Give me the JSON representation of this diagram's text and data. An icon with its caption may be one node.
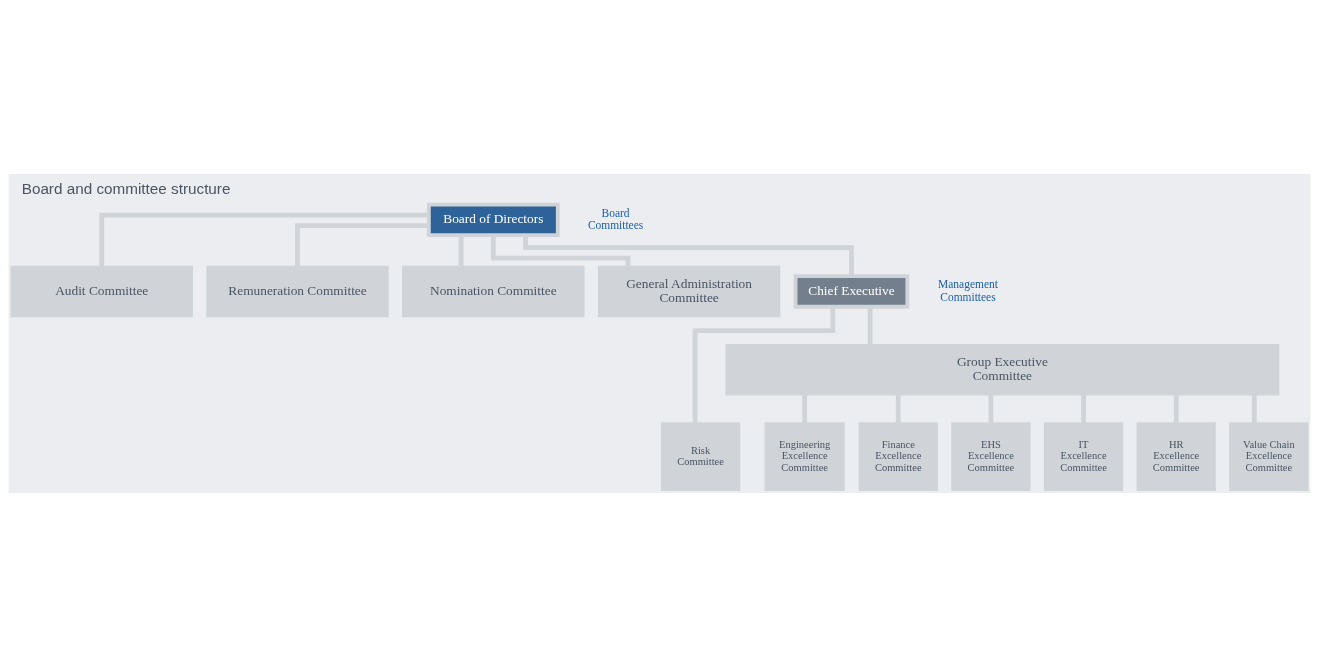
{
  "diagram": {
    "title": "Board and committee structure",
    "nodes": [
      {
        "text": [
          "Board of Directors"
        ]
      },
      {
        "text": [
          "Audit Committee"
        ]
      },
      {
        "text": [
          "Remuneration Committee"
        ]
      },
      {
        "text": [
          "Nomination Committee"
        ]
      },
      {
        "text": [
          "General Administration Committee"
        ]
      },
      {
        "text": [
          "Chief Executive"
        ]
      },
      {
        "text": [
          "Risk Committee"
        ]
      },
      {
        "text": [
          "Group Executive Committee"
        ]
      },
      {
        "text": [
          "Engineering Excellence Committee"
        ]
      },
      {
        "text": [
          "Finance Excellence Committee"
        ]
      },
      {
        "text": [
          "EHS Excellence Committee"
        ]
      },
      {
        "text": [
          "IT Excellence Committee"
        ]
      },
      {
        "text": [
          "HR Excellence Committee"
        ]
      },
      {
        "text": [
          "Value Chain Excellence Committee"
        ]
      }
    ],
    "edges": [
      {
        "from": 0,
        "to": 1,
        "arrow": "none"
      },
      {
        "from": 0,
        "to": 2,
        "arrow": "none"
      },
      {
        "from": 0,
        "to": 3,
        "arrow": "none"
      },
      {
        "from": 0,
        "to": 4,
        "arrow": "none"
      },
      {
        "from": 0,
        "to": 5,
        "arrow": "none"
      },
      {
        "from": 5,
        "to": 6,
        "arrow": "none"
      },
      {
        "from": 5,
        "to": 7,
        "arrow": "none"
      },
      {
        "from": 7,
        "to": 8,
        "arrow": "none"
      },
      {
        "from": 7,
        "to": 9,
        "arrow": "none"
      },
      {
        "from": 7,
        "to": 10,
        "arrow": "none"
      },
      {
        "from": 7,
        "to": 11,
        "arrow": "none"
      },
      {
        "from": 7,
        "to": 12,
        "arrow": "none"
      },
      {
        "from": 7,
        "to": 13,
        "arrow": "none"
      }
    ],
    "labels": [
      "Board Committees",
      "Management Committees"
    ]
  }
}
